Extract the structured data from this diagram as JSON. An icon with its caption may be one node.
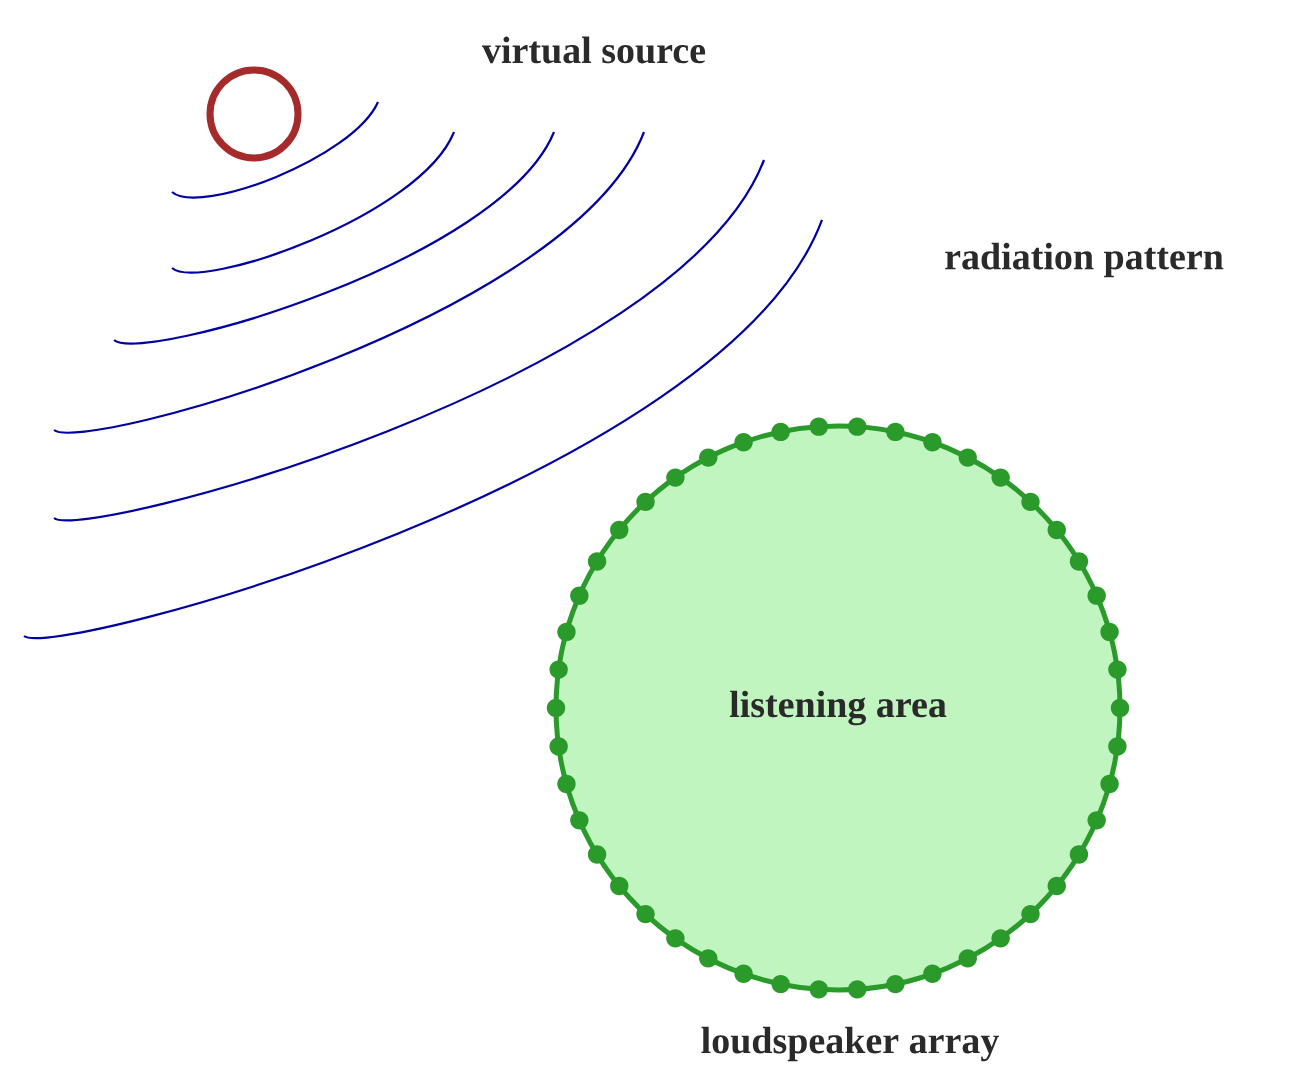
{
  "diagram": {
    "nodes": [
      {
        "text": [],
        "shape": "circle"
      },
      {
        "text": [
          "listening area"
        ],
        "beside": [
          "loudspeaker array"
        ]
      }
    ],
    "labels": [
      "virtual source",
      "radiation pattern"
    ]
  }
}
